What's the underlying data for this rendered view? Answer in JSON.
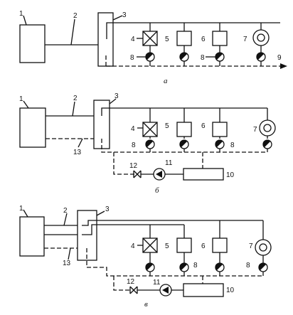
{
  "panels": [
    {
      "caption": "а",
      "labels": {
        "n1": "1",
        "n2": "2",
        "n3": "3",
        "n4": "4",
        "n5": "5",
        "n6": "6",
        "n7": "7",
        "n8a": "8",
        "n8b": "8",
        "n9": "9"
      }
    },
    {
      "caption": "б",
      "labels": {
        "n1": "1",
        "n2": "2",
        "n3": "3",
        "n4": "4",
        "n5": "5",
        "n6": "6",
        "n7": "7",
        "n8a": "8",
        "n8b": "8",
        "n10": "10",
        "n11": "11",
        "n12": "12",
        "n13": "13"
      }
    },
    {
      "caption": "в",
      "labels": {
        "n1": "1",
        "n2": "2",
        "n3": "3",
        "n4": "4",
        "n5": "5",
        "n6": "6",
        "n7": "7",
        "n8a": "8",
        "n8b": "8",
        "n10": "10",
        "n11": "11",
        "n12": "12",
        "n13": "13"
      }
    }
  ]
}
